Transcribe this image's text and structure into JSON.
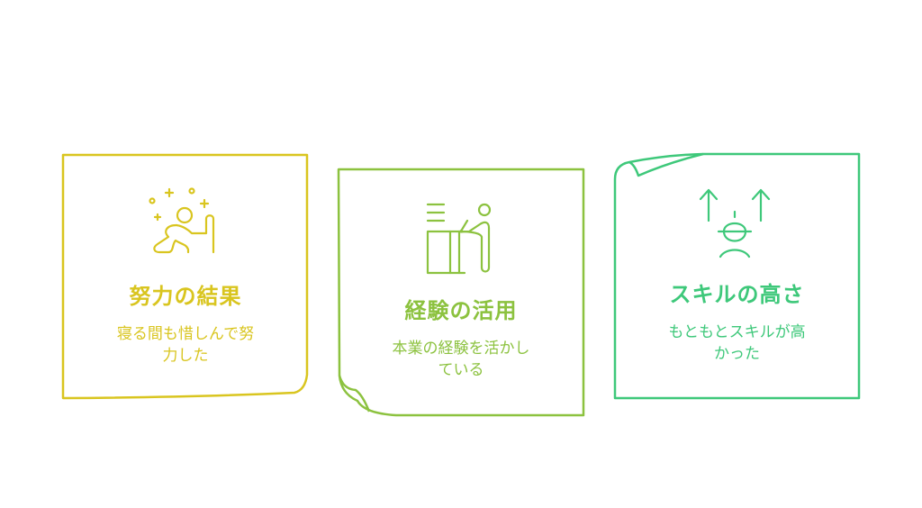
{
  "colors": {
    "card1": "#d9c51f",
    "card2": "#8cc23f",
    "card3": "#3ec87a"
  },
  "cards": [
    {
      "icon": "person-effort-icon",
      "title": "努力の結果",
      "description_line1": "寝る間も惜しんで努",
      "description_line2": "力した"
    },
    {
      "icon": "person-at-desk-icon",
      "title": "経験の活用",
      "description_line1": "本業の経験を活かし",
      "description_line2": "ている"
    },
    {
      "icon": "worker-arrows-up-icon",
      "title": "スキルの高さ",
      "description_line1": "もともとスキルが高",
      "description_line2": "かった"
    }
  ]
}
